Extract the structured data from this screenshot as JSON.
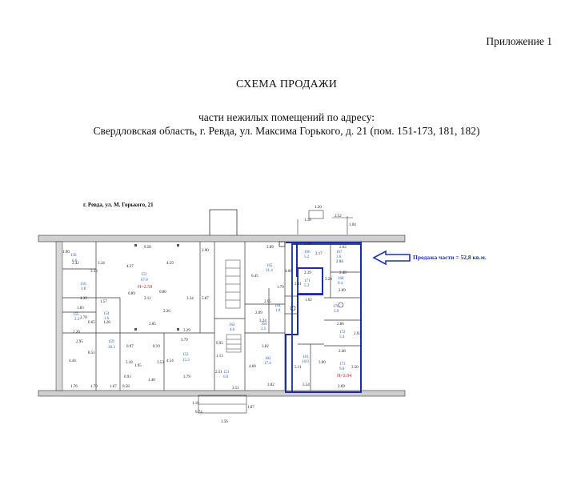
{
  "appendix": "Приложение 1",
  "title": "СХЕМА ПРОДАЖИ",
  "subtitle_line1": "части нежилых помещений по адресу:",
  "subtitle_line2": "Свердловская область, г. Ревда, ул. Максима Горького, д. 21 (пом. 151-173, 181, 182)",
  "plan": {
    "header": "г. Ревда, ул. М. Горького, 21",
    "callout": "Продажа части = 52,8 кв.м.",
    "ceiling_1": "H=2.58",
    "ceiling_2": "H=2.04",
    "rooms": {
      "r158": "158",
      "a158": "6.6",
      "r153": "153",
      "a153": "67.8",
      "r159": "159",
      "a159": "38.3",
      "r152": "152",
      "a152": "15.3",
      "r155": "155",
      "a155": "2.2",
      "r156": "156",
      "a156": "3.8",
      "r154": "154",
      "a154": "1.6",
      "r151": "151",
      "a151": "6.0",
      "r165": "165",
      "a165": "21.4",
      "r166": "166",
      "a166": "5.2",
      "r167": "167",
      "a167": "3.6",
      "r168": "168",
      "a168": "6.4",
      "r170": "170",
      "a170": "1.9",
      "r171": "171",
      "a171": "5.3",
      "r172": "172",
      "a172": "5.4",
      "r173": "173",
      "a173": "9.6",
      "r181": "181",
      "a181": "16.0",
      "r182": "182",
      "a182": "17.4",
      "r184": "184",
      "a184": "1.8",
      "r164": "164",
      "a164": "2.5",
      "r162": "162",
      "a162": "4.6"
    },
    "dims": {
      "d958": "9.58",
      "d190": "1.90",
      "d242": "2.42",
      "d334": "3.34",
      "d333": "3.33",
      "d437": "4.37",
      "d439": "4.39",
      "d459": "4.59",
      "d290": "2.90",
      "d080": "0.80",
      "d211": "2.11",
      "d089": "0.89",
      "d226": "2.26",
      "d334b": "3.34",
      "d587": "5.87",
      "d157": "1.57",
      "d183": "1.83",
      "d270": "2.70",
      "d220": "2.20",
      "d065": "0.65",
      "d128": "1.28",
      "d285": "2.85",
      "d329": "3.29",
      "d379": "3.79",
      "d295": "2.95",
      "d851": "8.51",
      "d097": "0.97",
      "d019": "0.19",
      "d444": "4.44",
      "d318": "3.18",
      "d195": "1.95",
      "d353": "3.53",
      "d454": "4.54",
      "d093": "0.93",
      "d140": "1.40",
      "d379b": "3.79",
      "d176": "1.76",
      "d170": "1.70",
      "d167": "1.67",
      "d058": "0.58",
      "d120": "1.20",
      "d252": "2.52",
      "d118": "1.18",
      "d104": "1.04",
      "d389": "3.89",
      "d240": "2.40",
      "d217": "2.17",
      "d262": "2.62",
      "d645": "6.45",
      "d406": "4.06",
      "d179": "1.79",
      "d239": "2.39",
      "d231": "2.31",
      "d204": "2.04",
      "d228": "2.28",
      "d248": "2.48",
      "d162": "1.62",
      "d289": "2.89",
      "d205": "2.05",
      "d209": "2.09",
      "d324": "3.24",
      "d382": "3.82",
      "d460": "4.60",
      "d382b": "3.82",
      "d286": "2.86",
      "d203": "2.03",
      "d511": "5.11",
      "d300": "3.00",
      "d354": "3.54",
      "d350": "3.50",
      "d269": "2.69",
      "d248b": "2.48",
      "d351": "3.51",
      "d356": "3.56",
      "d074": "0.74",
      "d110": "1.10",
      "d187": "1.87",
      "d251": "2.51",
      "d113": "1.13",
      "d095": "0.95"
    }
  }
}
